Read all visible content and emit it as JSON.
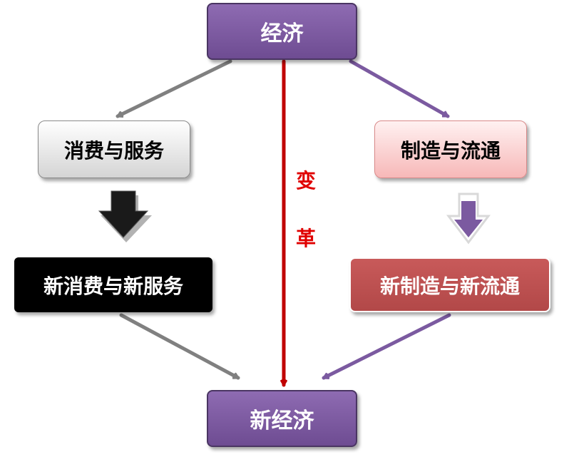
{
  "nodes": {
    "economy": "经济",
    "consumption_services": "消费与服务",
    "manufacturing_circulation": "制造与流通",
    "new_consumption_services": "新消费与新服务",
    "new_manufacturing_circulation": "新制造与新流通",
    "new_economy": "新经济"
  },
  "center_label": [
    "变",
    "革"
  ],
  "colors": {
    "node_purple": "#7b5aa0",
    "arrow_gray": "#808080",
    "arrow_purple": "#7b5aa0",
    "arrow_red": "#c00000",
    "label_red": "#e00000",
    "node_black": "#000000",
    "node_dark_red": "#c0504d"
  }
}
